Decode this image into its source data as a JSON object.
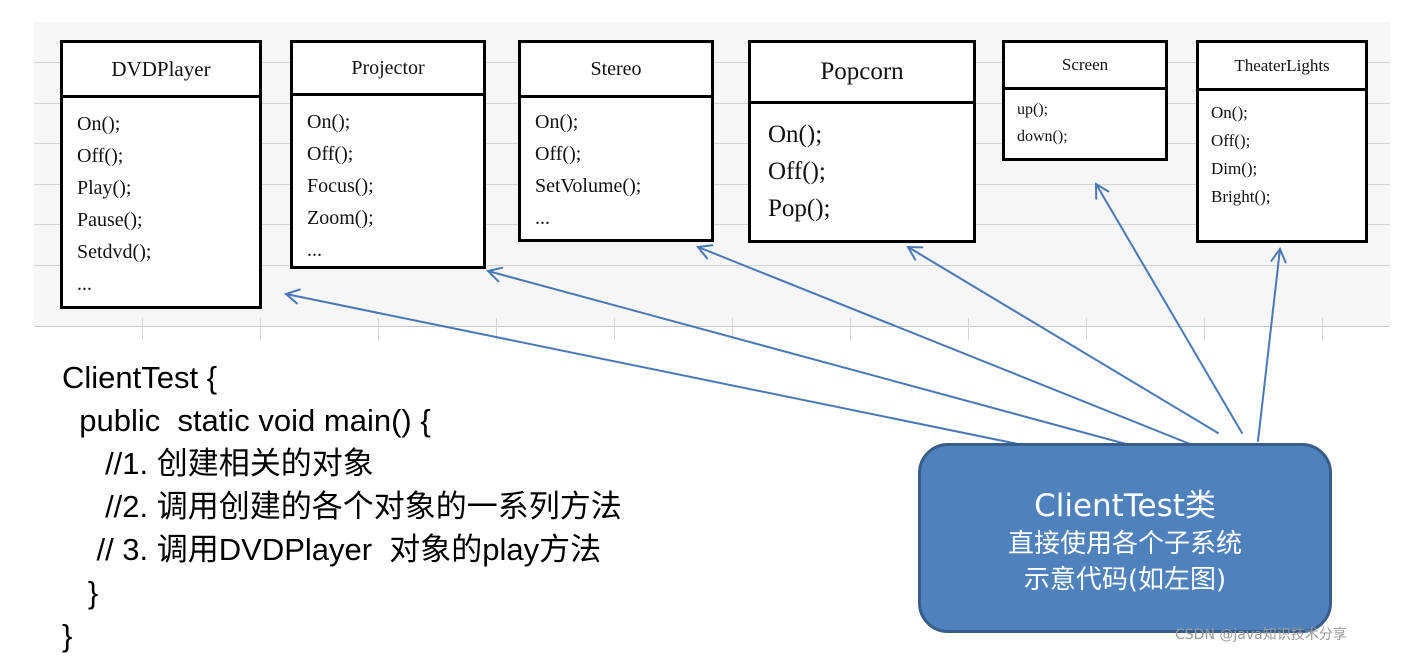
{
  "classes": [
    {
      "name": "DVDPlayer",
      "methods": [
        "On();",
        "Off();",
        "Play();",
        "Pause();",
        "Setdvd();",
        "..."
      ]
    },
    {
      "name": "Projector",
      "methods": [
        "On();",
        "Off();",
        "Focus();",
        "Zoom();",
        "..."
      ]
    },
    {
      "name": "Stereo",
      "methods": [
        "On();",
        "Off();",
        "SetVolume();",
        "..."
      ]
    },
    {
      "name": "Popcorn",
      "methods": [
        "On();",
        "Off();",
        "Pop();"
      ]
    },
    {
      "name": "Screen",
      "methods": [
        "up();",
        "down();"
      ]
    },
    {
      "name": "TheaterLights",
      "methods": [
        "On();",
        "Off();",
        "Dim();",
        "Bright();"
      ]
    }
  ],
  "code": {
    "line1": "ClientTest {",
    "line2": "  public  static void main() {",
    "line3": "     //1. 创建相关的对象",
    "line4": "     //2. 调用创建的各个对象的一系列方法",
    "line5": "    // 3. 调用DVDPlayer  对象的play方法",
    "line6": "   }",
    "line7": "}"
  },
  "callout": {
    "title": "ClientTest类",
    "line2": "直接使用各个子系统",
    "line3": "示意代码(如左图)"
  },
  "watermark": "CSDN @java知识技术分享",
  "colors": {
    "arrow": "#4a78b5",
    "callout_fill": "#4f81bd",
    "callout_border": "#385d8a"
  }
}
